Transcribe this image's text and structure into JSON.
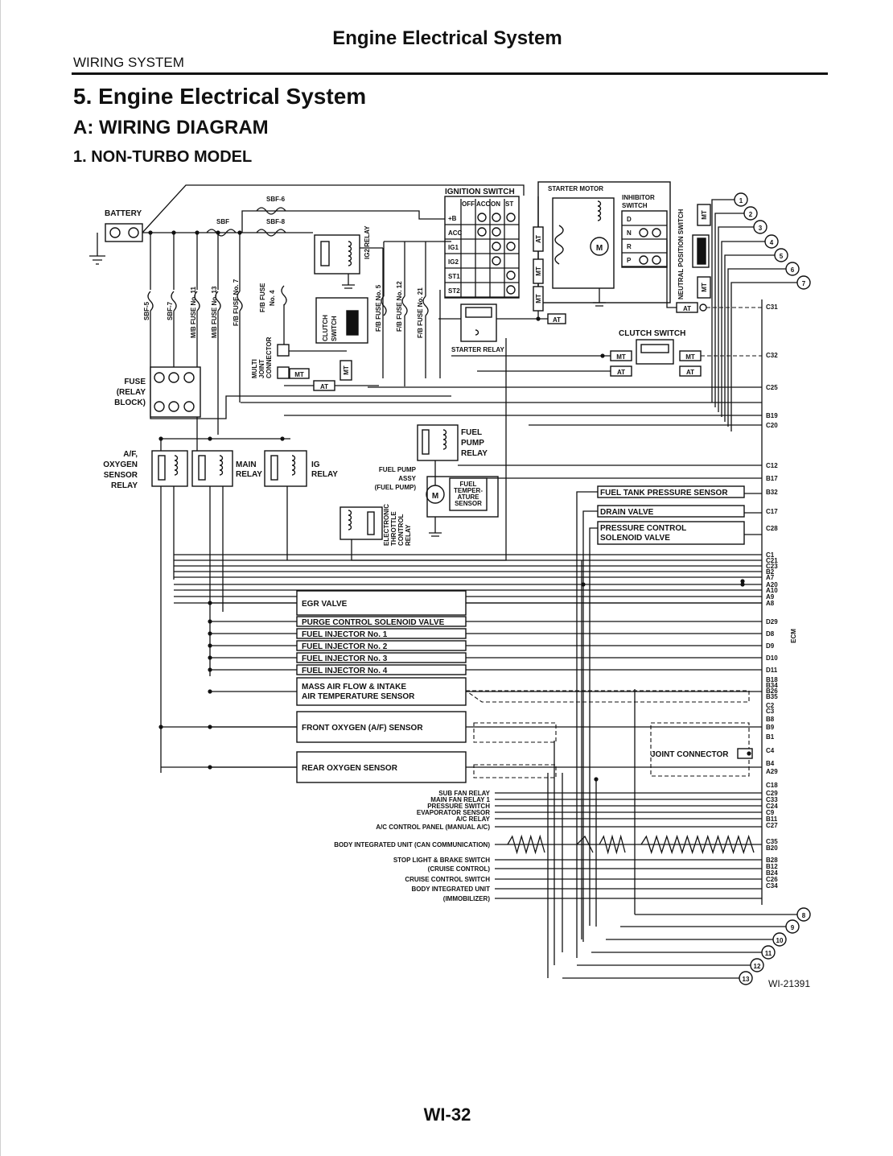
{
  "header": {
    "title": "Engine Electrical System",
    "section": "WIRING SYSTEM",
    "h1": "5.  Engine Electrical System",
    "h2": "A:  WIRING DIAGRAM",
    "h3": "1.  NON-TURBO MODEL"
  },
  "page_number": "WI-32",
  "diagram": {
    "ref_id": "WI-21391",
    "power": {
      "battery": "BATTERY",
      "sbf": "SBF",
      "sbf6": "SBF-6",
      "sbf8": "SBF-8",
      "sbf5": "SBF-5",
      "sbf7": "SBF-7",
      "mb11": "M/B FUSE No. 11",
      "mb13": "M/B FUSE No. 13",
      "fb7": "F/B FUSE No. 7",
      "fb4a": "F/B FUSE",
      "fb4b": "No. 4",
      "fb5": "F/B FUSE No. 5",
      "fb12": "F/B FUSE No. 12",
      "fb21": "F/B FUSE No. 21",
      "ig2_relay": "IG2 RELAY",
      "fuse_block": [
        "FUSE",
        "(RELAY",
        "BLOCK)"
      ],
      "multi_joint": [
        "MULTI",
        "JOINT",
        "CONNECTOR"
      ],
      "clutch_switch_v": [
        "CLUTCH",
        "SWITCH"
      ]
    },
    "ignition": {
      "title": "IGNITION SWITCH",
      "columns": [
        "OFF",
        "ACC",
        "ON",
        "ST"
      ],
      "rows": [
        "+B",
        "ACC",
        "IG1",
        "IG2",
        "ST1",
        "ST2"
      ]
    },
    "starter_motor": "STARTER MOTOR",
    "inhibitor": {
      "title": [
        "INHIBITOR",
        "SWITCH"
      ],
      "positions": [
        "D",
        "N",
        "R",
        "P"
      ]
    },
    "neutral_switch": "NEUTRAL POSITION SWITCH",
    "starter_relay": "STARTER RELAY",
    "clutch_switch": "CLUTCH SWITCH",
    "mt": "MT",
    "at": "AT",
    "m": "M",
    "relays": {
      "af_oxygen": [
        "A/F,",
        "OXYGEN",
        "SENSOR",
        "RELAY"
      ],
      "main": [
        "MAIN",
        "RELAY"
      ],
      "ig": [
        "IG",
        "RELAY"
      ],
      "fuel_pump": [
        "FUEL",
        "PUMP",
        "RELAY"
      ],
      "fuel_pump_assy": [
        "FUEL PUMP",
        "ASSY",
        "(FUEL PUMP)"
      ],
      "fuel_temp": [
        "FUEL",
        "TEMPER-",
        "ATURE",
        "SENSOR"
      ],
      "etc": [
        "ELECTRONIC",
        "THROTTLE",
        "CONTROL",
        "RELAY"
      ]
    },
    "tank_components": [
      [
        "FUEL TANK PRESSURE SENSOR"
      ],
      [
        "DRAIN VALVE"
      ],
      [
        "PRESSURE CONTROL",
        "SOLENOID VALVE"
      ]
    ],
    "components": {
      "egr": "EGR VALVE",
      "purge": "PURGE CONTROL SOLENOID VALVE",
      "inj1": "FUEL INJECTOR No. 1",
      "inj2": "FUEL INJECTOR No. 2",
      "inj3": "FUEL INJECTOR No. 3",
      "inj4": "FUEL INJECTOR No. 4",
      "maf": [
        "MASS AIR FLOW & INTAKE",
        "AIR TEMPERATURE SENSOR"
      ],
      "front_o2": "FRONT OXYGEN  (A/F) SENSOR",
      "rear_o2": "REAR OXYGEN SENSOR"
    },
    "joint_connector": "JOINT CONNECTOR",
    "ecm": "ECM",
    "ecm_pins": [
      "C31",
      "C32",
      "C25",
      "B19",
      "C20",
      "C12",
      "B17",
      "B32",
      "C17",
      "C28",
      "C1",
      "C21",
      "C23",
      "B2",
      "A7",
      "A20",
      "A10",
      "A9",
      "A8",
      "D29",
      "D8",
      "D9",
      "D10",
      "D11",
      "B18",
      "B34",
      "B26",
      "B35",
      "C2",
      "C3",
      "B8",
      "B9",
      "B1",
      "C4",
      "B4",
      "A29",
      "C18",
      "C29",
      "C33",
      "C24",
      "C9",
      "B11",
      "C27",
      "C35",
      "B20",
      "B28",
      "B12",
      "B24",
      "C26",
      "C34"
    ],
    "external": [
      "SUB FAN RELAY",
      "MAIN FAN RELAY 1",
      "PRESSURE SWITCH",
      "EVAPORATOR SENSOR",
      "A/C RELAY",
      "A/C CONTROL PANEL (MANUAL A/C)",
      "BODY INTEGRATED UNIT (CAN COMMUNICATION)",
      "STOP LIGHT & BRAKE SWITCH",
      "(CRUISE CONTROL)",
      "CRUISE CONTROL SWITCH",
      "BODY INTEGRATED UNIT",
      "(IMMOBILIZER)"
    ],
    "connectors": [
      "1",
      "2",
      "3",
      "4",
      "5",
      "6",
      "7",
      "8",
      "9",
      "10",
      "11",
      "12",
      "13"
    ]
  }
}
